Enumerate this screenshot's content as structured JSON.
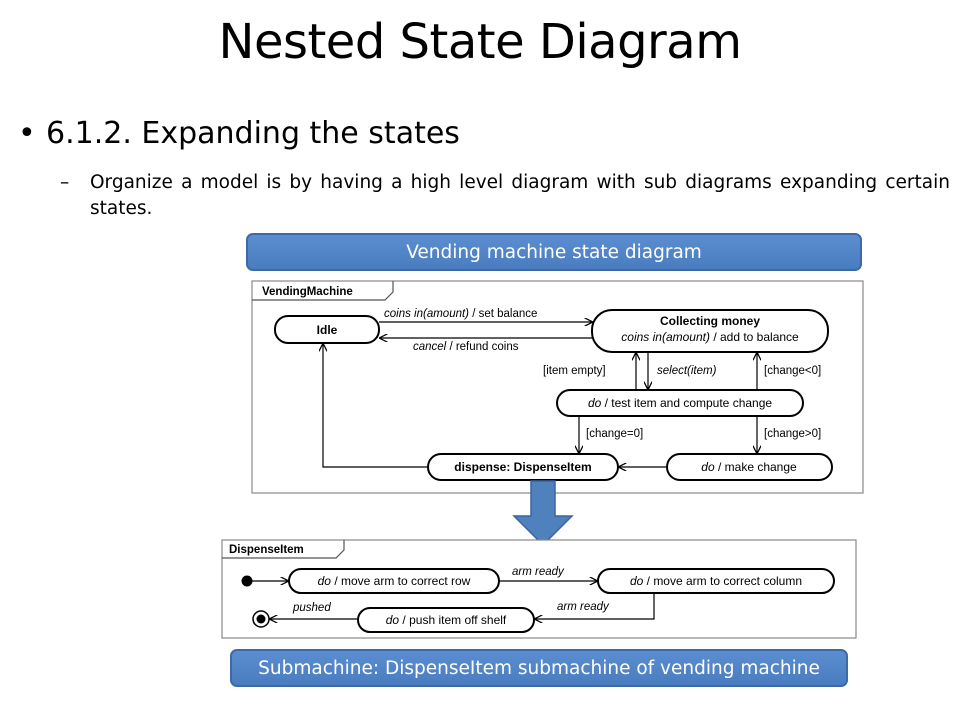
{
  "slide": {
    "title": "Nested State Diagram",
    "bullet": "6.1.2. Expanding the states",
    "sub_dash": "–",
    "sub_text": "Organize a model is by having a high level diagram with sub diagrams expanding certain states."
  },
  "callouts": {
    "top": "Vending machine state diagram",
    "bottom": "Submachine: DispenseItem submachine of vending machine"
  },
  "vending_machine": {
    "frame_label": "VendingMachine",
    "states": {
      "idle": "Idle",
      "collecting_title": "Collecting money",
      "collecting_internal_event": "coins in(amount)",
      "collecting_internal_action": " / add to balance",
      "test_do": "do",
      "test_action": " / test item and compute change",
      "dispense": "dispense: DispenseItem",
      "make_change_do": "do",
      "make_change_action": " / make change"
    },
    "transitions": {
      "coins_in_event": "coins in(amount)",
      "coins_in_action": " / set balance",
      "cancel_event": "cancel",
      "cancel_action": " / refund coins",
      "item_empty": "[item empty]",
      "select_item": "select(item)",
      "change_lt0": "[change<0]",
      "change_eq0": "[change=0]",
      "change_gt0": "[change>0]"
    }
  },
  "dispense_item": {
    "frame_label": "DispenseItem",
    "states": {
      "move_row_do": "do",
      "move_row_action": " / move arm to correct row",
      "move_col_do": "do",
      "move_col_action": " / move arm to correct column",
      "push_do": "do",
      "push_action": " / push item off shelf"
    },
    "transitions": {
      "arm_ready_1": "arm ready",
      "arm_ready_2": "arm ready",
      "pushed": "pushed"
    }
  },
  "colors": {
    "callout_fill": "#4f83c6",
    "expand_arrow": "#4f81bd",
    "diagram_line": "#000000"
  }
}
